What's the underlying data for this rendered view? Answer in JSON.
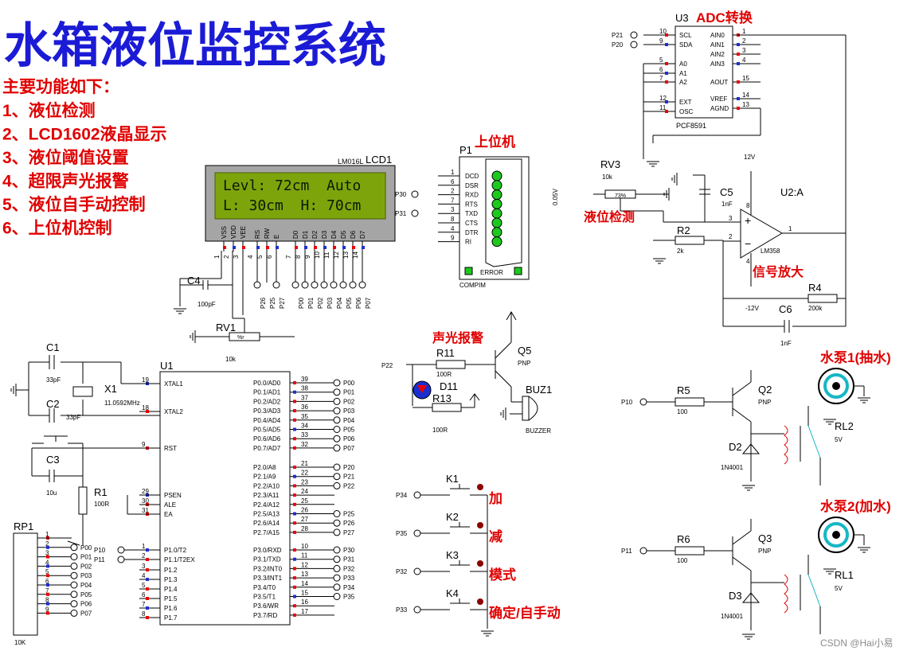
{
  "title": "水箱液位监控系统",
  "features": {
    "heading": "主要功能如下：",
    "items": [
      "1、液位检测",
      "2、LCD1602液晶显示",
      "3、液位阈值设置",
      "4、超限声光报警",
      "5、液位自手动控制",
      "6、上位机控制"
    ]
  },
  "lcd": {
    "ref": "LCD1",
    "model": "LM016L",
    "line1": "Levl: 72cm  Auto",
    "line2": "L: 30cm  H: 70cm",
    "pins": [
      "VSS",
      "VDD",
      "VEE",
      "RS",
      "RW",
      "E",
      "D0",
      "D1",
      "D2",
      "D3",
      "D4",
      "D5",
      "D6",
      "D7"
    ],
    "pin_nums": [
      "1",
      "2",
      "3",
      "4",
      "5",
      "6",
      "7",
      "8",
      "9",
      "10",
      "11",
      "12",
      "13",
      "14"
    ],
    "data_nets": [
      "P26",
      "P25",
      "P27",
      "P00",
      "P01",
      "P02",
      "P03",
      "P04",
      "P05",
      "P06",
      "P07"
    ]
  },
  "adc": {
    "ref": "U3",
    "title": "ADC转换",
    "model": "PCF8591",
    "left_pins": [
      [
        "10",
        "SCL"
      ],
      [
        "9",
        "SDA"
      ],
      [
        "5",
        "A0"
      ],
      [
        "6",
        "A1"
      ],
      [
        "7",
        "A2"
      ],
      [
        "12",
        "EXT"
      ],
      [
        "11",
        "OSC"
      ]
    ],
    "right_pins": [
      [
        "AIN0",
        "1"
      ],
      [
        "AIN1",
        "2"
      ],
      [
        "AIN2",
        "3"
      ],
      [
        "AIN3",
        "4"
      ],
      [
        "AOUT",
        "15"
      ],
      [
        "VREF",
        "14"
      ],
      [
        "AGND",
        "13"
      ]
    ],
    "nets": [
      "P21",
      "P20"
    ]
  },
  "host": {
    "ref": "P1",
    "title": "上位机",
    "model": "COMPIM",
    "pins": [
      "DCD",
      "DSR",
      "RXD",
      "RTS",
      "TXD",
      "CTS",
      "DTR",
      "RI"
    ],
    "pin_nums": [
      "1",
      "6",
      "2",
      "7",
      "3",
      "8",
      "4",
      "9"
    ],
    "nets": [
      "P30",
      "P31"
    ],
    "error": "ERROR"
  },
  "level_sensor": {
    "ref": "RV3",
    "value": "10k",
    "pct": "73%",
    "volt": "0.05V",
    "label": "液位检测"
  },
  "amp": {
    "ref": "U2:A",
    "model": "LM358",
    "label": "信号放大",
    "vplus": "12V",
    "vminus": "-12V",
    "pins": [
      "3",
      "2",
      "1",
      "8",
      "4"
    ]
  },
  "caps": [
    {
      "ref": "C5",
      "value": "1nF"
    },
    {
      "ref": "C6",
      "value": "1nF"
    },
    {
      "ref": "C4",
      "value": "100pF"
    },
    {
      "ref": "C1",
      "value": "33pF"
    },
    {
      "ref": "C2",
      "value": "33pF"
    },
    {
      "ref": "C3",
      "value": "10u"
    }
  ],
  "resistors": [
    {
      "ref": "R2",
      "value": "2k"
    },
    {
      "ref": "R4",
      "value": "200k"
    },
    {
      "ref": "R11",
      "value": "100R"
    },
    {
      "ref": "R13",
      "value": "100R"
    },
    {
      "ref": "R1",
      "value": "100R"
    },
    {
      "ref": "R5",
      "value": "100"
    },
    {
      "ref": "R6",
      "value": "100"
    }
  ],
  "rv1": {
    "ref": "RV1",
    "value": "10k",
    "pct": "%r"
  },
  "crystal": {
    "ref": "X1",
    "value": "11.0592MHz"
  },
  "mcu": {
    "ref": "U1",
    "left": [
      [
        "19",
        "XTAL1"
      ],
      [
        "18",
        "XTAL2"
      ],
      [
        "9",
        "RST"
      ],
      [
        "29",
        "PSEN"
      ],
      [
        "30",
        "ALE"
      ],
      [
        "31",
        "EA"
      ],
      [
        "1",
        "P1.0/T2"
      ],
      [
        "2",
        "P1.1/T2EX"
      ],
      [
        "3",
        "P1.2"
      ],
      [
        "4",
        "P1.3"
      ],
      [
        "5",
        "P1.4"
      ],
      [
        "6",
        "P1.5"
      ],
      [
        "7",
        "P1.6"
      ],
      [
        "8",
        "P1.7"
      ]
    ],
    "right": [
      [
        "39",
        "P0.0/AD0",
        "P00"
      ],
      [
        "38",
        "P0.1/AD1",
        "P01"
      ],
      [
        "37",
        "P0.2/AD2",
        "P02"
      ],
      [
        "36",
        "P0.3/AD3",
        "P03"
      ],
      [
        "35",
        "P0.4/AD4",
        "P04"
      ],
      [
        "34",
        "P0.5/AD5",
        "P05"
      ],
      [
        "33",
        "P0.6/AD6",
        "P06"
      ],
      [
        "32",
        "P0.7/AD7",
        "P07"
      ],
      [
        "21",
        "P2.0/A8",
        "P20"
      ],
      [
        "22",
        "P2.1/A9",
        "P21"
      ],
      [
        "23",
        "P2.2/A10",
        "P22"
      ],
      [
        "24",
        "P2.3/A11",
        ""
      ],
      [
        "25",
        "P2.4/A12",
        ""
      ],
      [
        "26",
        "P2.5/A13",
        "P25"
      ],
      [
        "27",
        "P2.6/A14",
        "P26"
      ],
      [
        "28",
        "P2.7/A15",
        "P27"
      ],
      [
        "10",
        "P3.0/RXD",
        "P30"
      ],
      [
        "11",
        "P3.1/TXD",
        "P31"
      ],
      [
        "12",
        "P3.2/INT0",
        "P32"
      ],
      [
        "13",
        "P3.3/INT1",
        "P33"
      ],
      [
        "14",
        "P3.4/T0",
        "P34"
      ],
      [
        "15",
        "P3.5/T1",
        "P35"
      ],
      [
        "16",
        "P3.6/WR",
        ""
      ],
      [
        "17",
        "P3.7/RD",
        ""
      ]
    ],
    "left_nets": [
      "P10",
      "P11"
    ]
  },
  "rp1": {
    "ref": "RP1",
    "value": "10K",
    "pins": [
      "1",
      "2",
      "3",
      "4",
      "5",
      "6",
      "7",
      "8",
      "9"
    ],
    "nets": [
      "P00",
      "P01",
      "P02",
      "P03",
      "P04",
      "P05",
      "P06",
      "P07"
    ]
  },
  "alarm": {
    "label": "声光报警",
    "q": "Q5",
    "q_type": "PNP",
    "led": "D11",
    "buzzer": "BUZ1",
    "buzzer_model": "BUZZER",
    "net": "P22"
  },
  "keys": [
    {
      "ref": "K1",
      "net": "P34",
      "label": "加"
    },
    {
      "ref": "K2",
      "net": "P35",
      "label": "减"
    },
    {
      "ref": "K3",
      "net": "P32",
      "label": "模式"
    },
    {
      "ref": "K4",
      "net": "P33",
      "label": "确定/自手动"
    }
  ],
  "pumps": [
    {
      "title": "水泵1(抽水)",
      "q": "Q2",
      "d": "D2",
      "rl": "RL2",
      "r": "R5",
      "net": "P10"
    },
    {
      "title": "水泵2(加水)",
      "q": "Q3",
      "d": "D3",
      "rl": "RL1",
      "r": "R6",
      "net": "P11"
    }
  ],
  "common": {
    "pnp": "PNP",
    "diode": "1N4001",
    "relay_v": "5V",
    "r100": "100"
  },
  "watermark": "CSDN @Hai小易"
}
